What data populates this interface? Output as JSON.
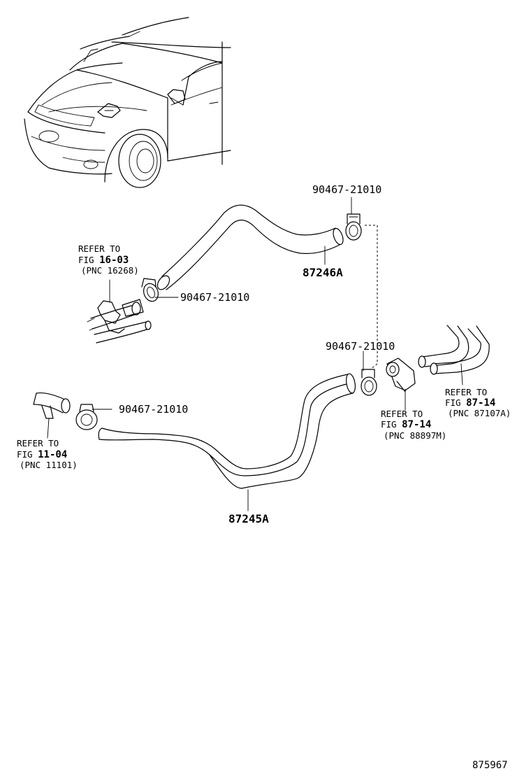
{
  "callouts": {
    "clamp_top": "90467-21010",
    "hose_upper": "87246A",
    "clamp_left_upper": "90467-21010",
    "clamp_right_mid": "90467-21010",
    "clamp_left_lower": "90467-21010",
    "hose_lower": "87245A"
  },
  "refs": {
    "ref_16_03": {
      "line1": "REFER TO",
      "fig_prefix": "FIG ",
      "fig": "16-03",
      "pnc": "(PNC 16268)"
    },
    "ref_11_04": {
      "line1": "REFER TO",
      "fig_prefix": "FIG ",
      "fig": "11-04",
      "pnc": "(PNC 11101)"
    },
    "ref_87_14_m": {
      "line1": "REFER TO",
      "fig_prefix": "FIG ",
      "fig": "87-14",
      "pnc": "(PNC 88897M)"
    },
    "ref_87_14_a": {
      "line1": "REFER TO",
      "fig_prefix": "FIG ",
      "fig": "87-14",
      "pnc": "(PNC 87107A)"
    }
  },
  "figure_id": "875967"
}
